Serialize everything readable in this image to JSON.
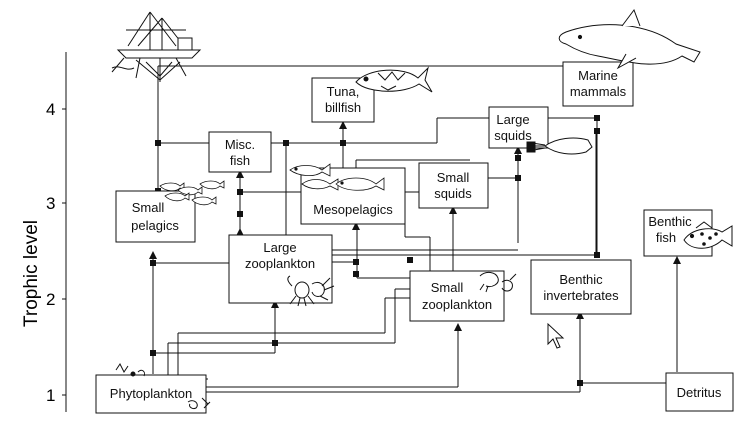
{
  "axis": {
    "title": "Trophic level",
    "ticks": [
      "1",
      "2",
      "3",
      "4"
    ]
  },
  "nodes": {
    "tuna": [
      "Tuna,",
      "billfish"
    ],
    "marine_mammals": [
      "Marine",
      "mammals"
    ],
    "misc_fish": [
      "Misc.",
      "fish"
    ],
    "large_squids": [
      "Large",
      "squids"
    ],
    "small_squids": [
      "Small",
      "squids"
    ],
    "mesopelagics": [
      "Mesopelagics"
    ],
    "small_pelagics": [
      "Small",
      "pelagics"
    ],
    "large_zooplankton": [
      "Large",
      "zooplankton"
    ],
    "small_zooplankton": [
      "Small",
      "zooplankton"
    ],
    "benthic_invertebrates": [
      "Benthic",
      "invertebrates"
    ],
    "benthic_fish": [
      "Benthic",
      "fish"
    ],
    "phytoplankton": [
      "Phytoplankton"
    ],
    "detritus": [
      "Detritus"
    ]
  },
  "icons": [
    "fishing-boat-icon",
    "tuna-icon",
    "dolphin-icon",
    "squid-icon",
    "fish-school-icon",
    "small-fish-icon",
    "zooplankton-icon",
    "shrimp-icon",
    "grouper-icon",
    "phytoplankton-icon",
    "mouse-cursor-icon"
  ],
  "colors": {
    "line": "#111111",
    "background": "#ffffff"
  }
}
